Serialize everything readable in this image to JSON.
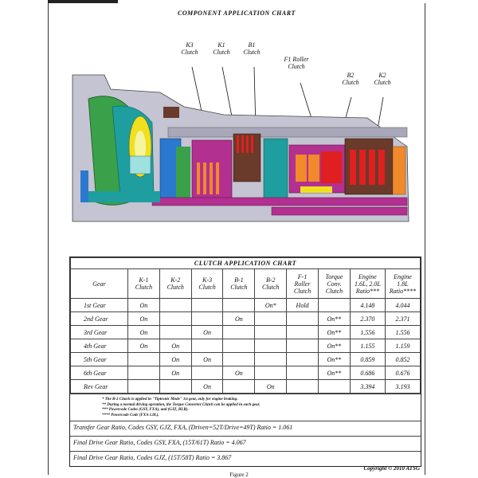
{
  "diagram": {
    "title": "COMPONENT APPLICATION CHART",
    "labels": [
      {
        "id": "k3",
        "text": "K3\nClutch"
      },
      {
        "id": "k1",
        "text": "K1\nClutch"
      },
      {
        "id": "b1",
        "text": "B1\nClutch"
      },
      {
        "id": "f1",
        "text": "F1 Roller\nClutch"
      },
      {
        "id": "b2",
        "text": "B2\nClutch"
      },
      {
        "id": "k2",
        "text": "K2\nClutch"
      }
    ]
  },
  "chart": {
    "title": "CLUTCH APPLICATION CHART",
    "columns": [
      "Gear",
      "K-1\nClutch",
      "K-2\nClutch",
      "K-3\nClutch",
      "B-1\nClutch",
      "B-2\nClutch",
      "F-1\nRoller\nClutch",
      "Torque\nConv.\nClutch",
      "Engine\n1.6L, 2.0L\nRatio***",
      "Engine\n1.8L\nRatio****"
    ],
    "rows": [
      [
        "1st Gear",
        "On",
        "",
        "",
        "",
        "On*",
        "Hold",
        "",
        "4.148",
        "4.044"
      ],
      [
        "2nd Gear",
        "On",
        "",
        "",
        "On",
        "",
        "",
        "On**",
        "2.370",
        "2.371"
      ],
      [
        "3rd Gear",
        "On",
        "",
        "On",
        "",
        "",
        "",
        "On**",
        "1.556",
        "1.556"
      ],
      [
        "4th Gear",
        "On",
        "On",
        "",
        "",
        "",
        "",
        "On**",
        "1.155",
        "1.159"
      ],
      [
        "5th Gear",
        "",
        "On",
        "On",
        "",
        "",
        "",
        "On**",
        "0.859",
        "0.852"
      ],
      [
        "6th Gear",
        "",
        "On",
        "",
        "On",
        "",
        "",
        "On**",
        "0.686",
        "0.676"
      ],
      [
        "Rev Gear",
        "",
        "",
        "On",
        "",
        "On",
        "",
        "",
        "3.394",
        "3.193"
      ]
    ],
    "notes": [
      "* The B-2 Clutch is applied in \"Tiptronic Mode\" 1st gear, only for engine braking.",
      "** During a normal driving operation, the Torque Converter Clutch can be applied in each gear.",
      "*** Powercode Codes (GSY, FXA), and (GJZ, BLR).",
      "**** Powercode Code (FXA 1.8L)."
    ],
    "ratio_lines": [
      "Transfer Gear Ratio, Codes GSY, GJZ, FXA, (Driven=52T/Drive=49T)  Ratio = 1.061",
      "Final Drive Gear Ratio, Codes GSY, FXA, (15T/61T)  Ratio = 4.067",
      "Final Drive Gear Ratio, Codes GJZ, (15T/58T)  Ratio = 3.867"
    ]
  },
  "copyright": "Copyright © 2010 ATSG",
  "figure_caption": "Figure 2",
  "colors": {
    "case_gray": "#b9b9c9",
    "green": "#3aa04a",
    "teal": "#1e9e9e",
    "magenta": "#b23090",
    "orange": "#f08a2a",
    "brown": "#6a3a2a",
    "yellow": "#f0e020",
    "blue": "#2a78d0",
    "red": "#e02020"
  }
}
